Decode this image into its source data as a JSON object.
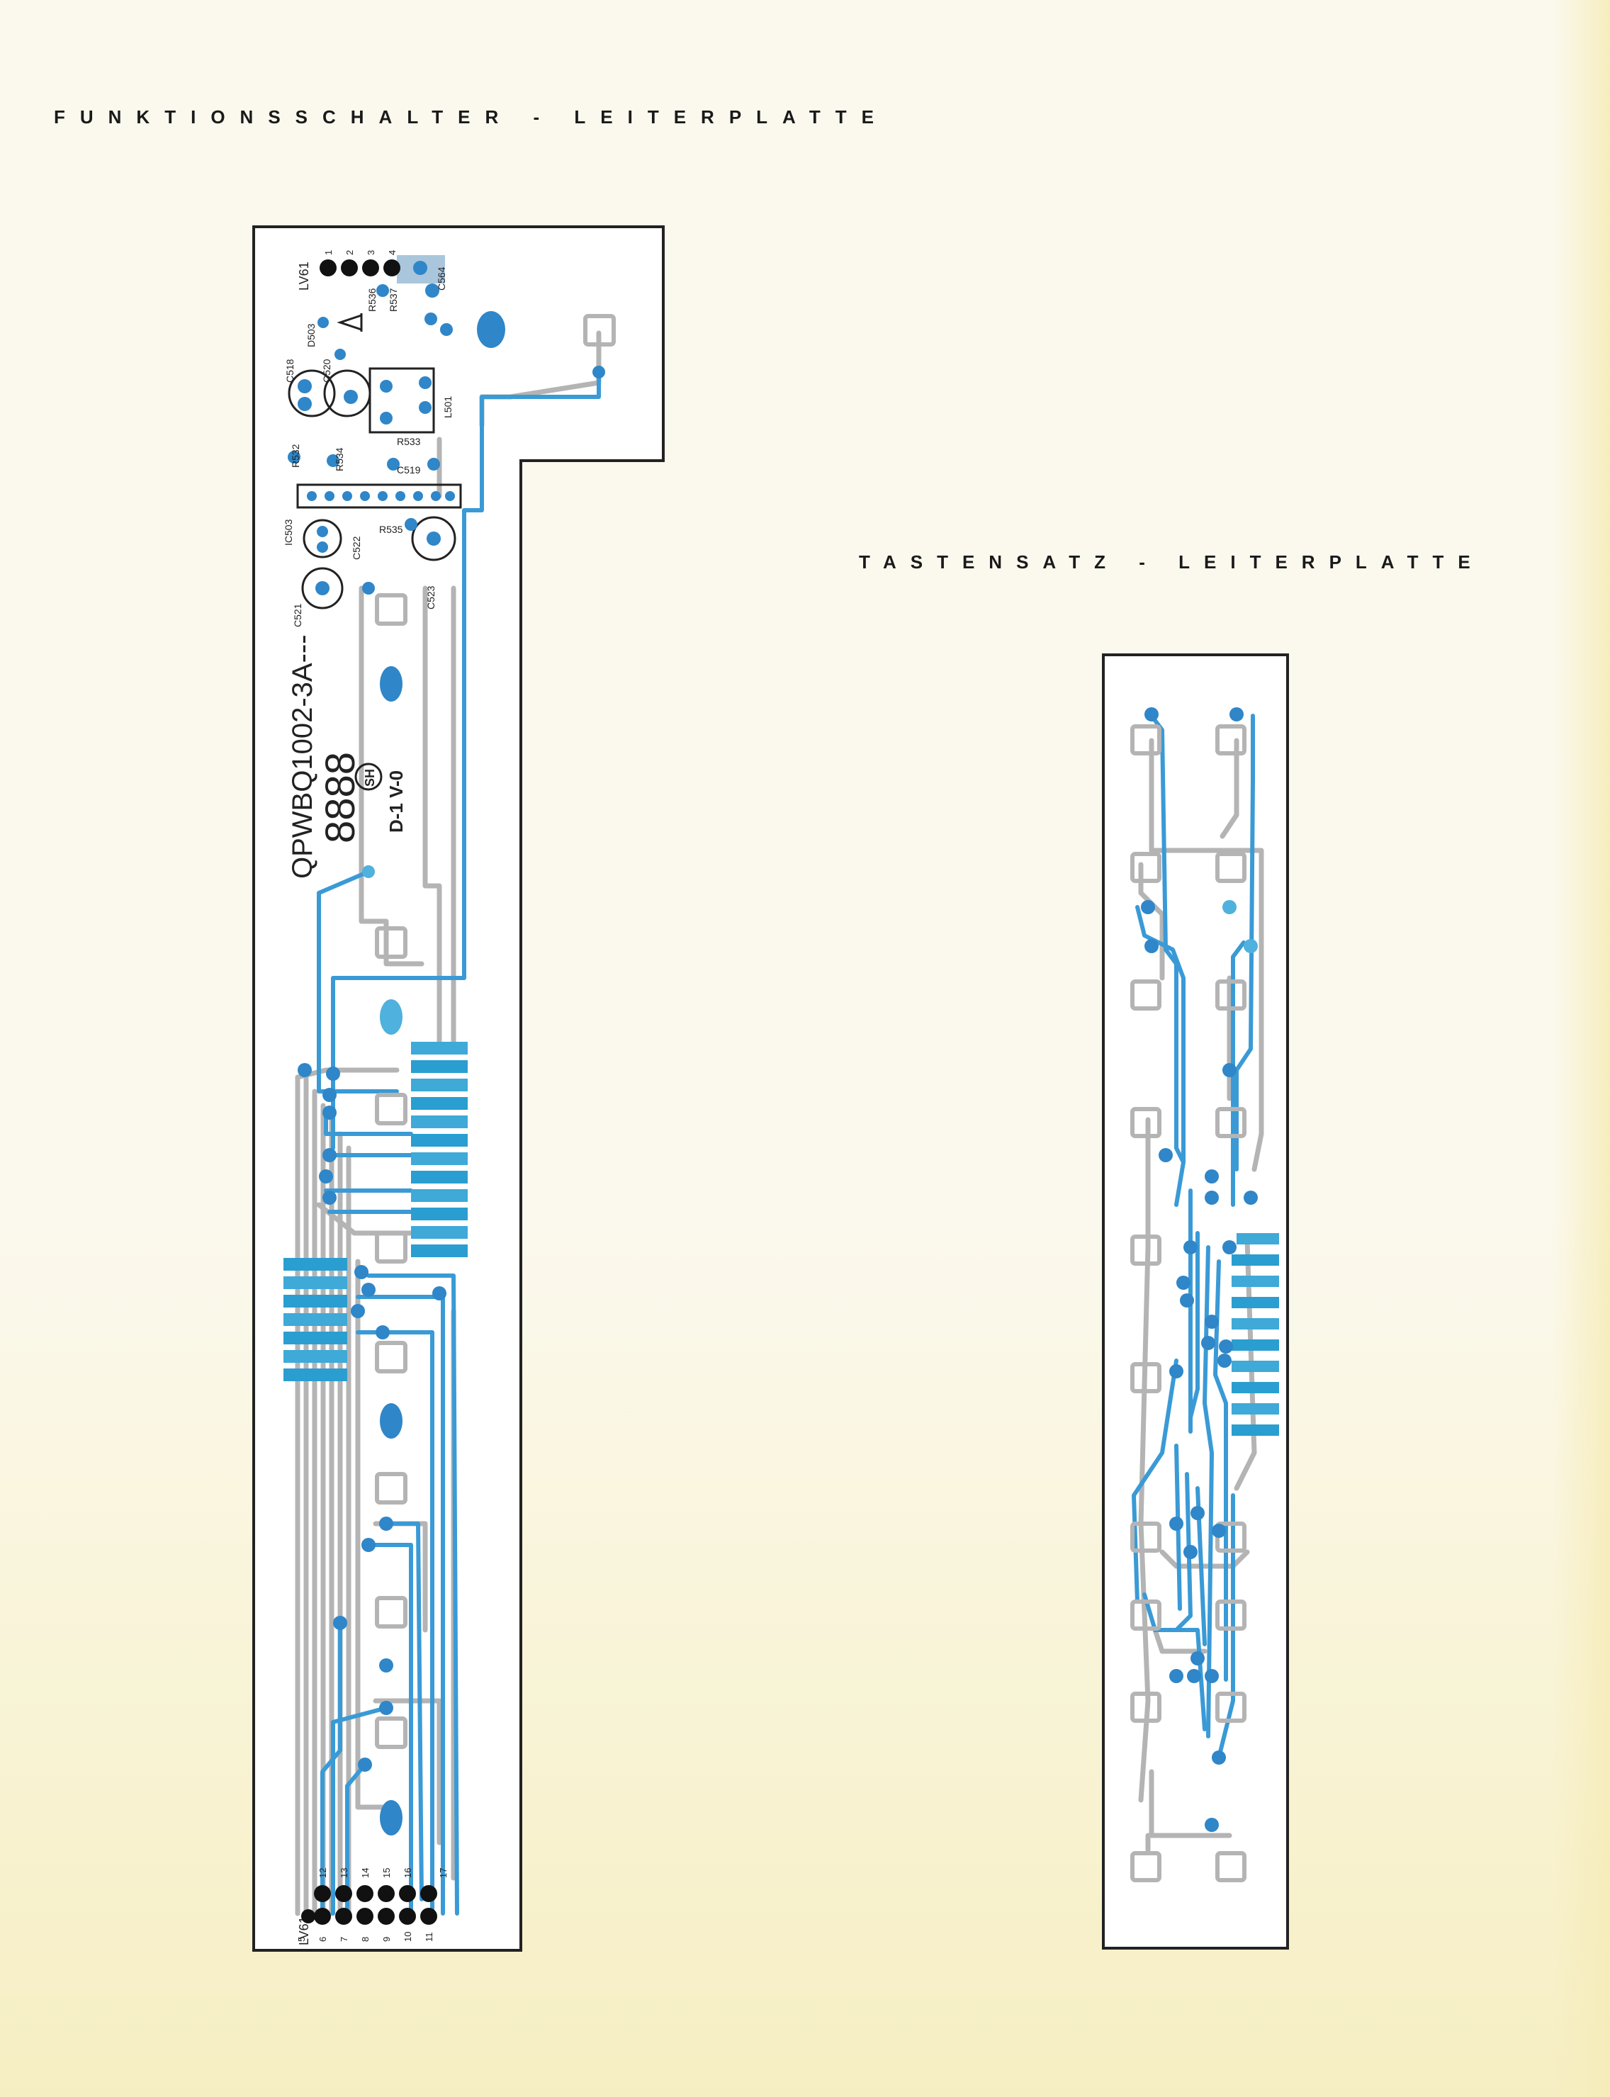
{
  "headings": {
    "left": "FUNKTIONSSCHALTER - LEITERPLATTE",
    "right": "TASTENSATZ - LEITERPLATTE"
  },
  "board_left": {
    "part_number": "QPWBQ1002-3A---",
    "digits": "8888",
    "logo": "SH",
    "codes": "D-1  V-0",
    "connector_top": "LV61",
    "connector_bottom": "LV61",
    "components": [
      "R536",
      "R537",
      "C564",
      "D503",
      "C518",
      "C520",
      "L501",
      "R532",
      "R534",
      "R533",
      "C519",
      "IC503",
      "C522",
      "R535",
      "C523",
      "C521"
    ],
    "pin_numbers_top": [
      "1",
      "2",
      "3",
      "4"
    ],
    "pin_numbers_bottom_upper": [
      "12",
      "13",
      "14",
      "15",
      "16",
      "17"
    ],
    "pin_numbers_bottom_lower": [
      "5",
      "6",
      "7",
      "8",
      "9",
      "10",
      "11"
    ]
  },
  "colors": {
    "copper_blue": "#3a9ad6",
    "pad_blue": "#2f86c8",
    "trace_grey": "#b4b4b4",
    "paper": "#fbf9ee"
  }
}
